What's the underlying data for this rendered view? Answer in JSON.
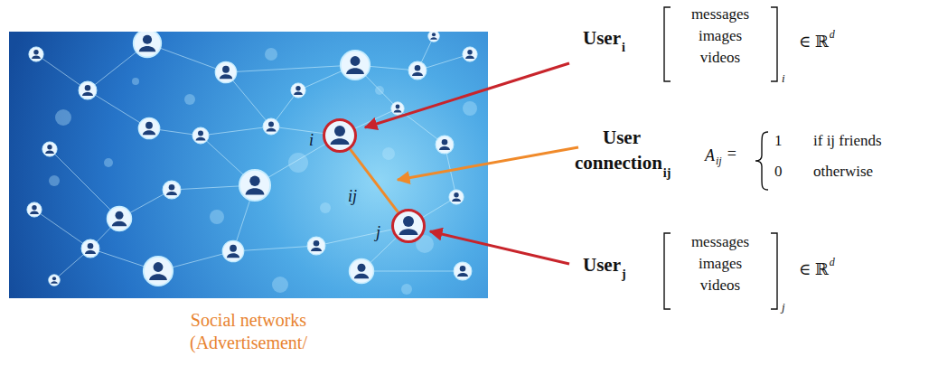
{
  "diagram": {
    "caption": "Social networks (Advertisement/",
    "nodes": [
      {
        "text": [
          "i"
        ]
      },
      {
        "text": [
          "j"
        ]
      }
    ],
    "edges": [
      {
        "from": 0,
        "to": 1,
        "arrow": "none",
        "label": "ij"
      }
    ],
    "labels": [
      "User",
      "i",
      "messages",
      "images",
      "videos",
      "i",
      "∈ ℝ",
      "d",
      "User",
      "connection",
      "ij",
      "A",
      "ij",
      "=",
      "1",
      "if ij friends",
      "0",
      "otherwise",
      "User",
      "j",
      "messages",
      "images",
      "videos",
      "j",
      "∈ ℝ",
      "d"
    ]
  }
}
